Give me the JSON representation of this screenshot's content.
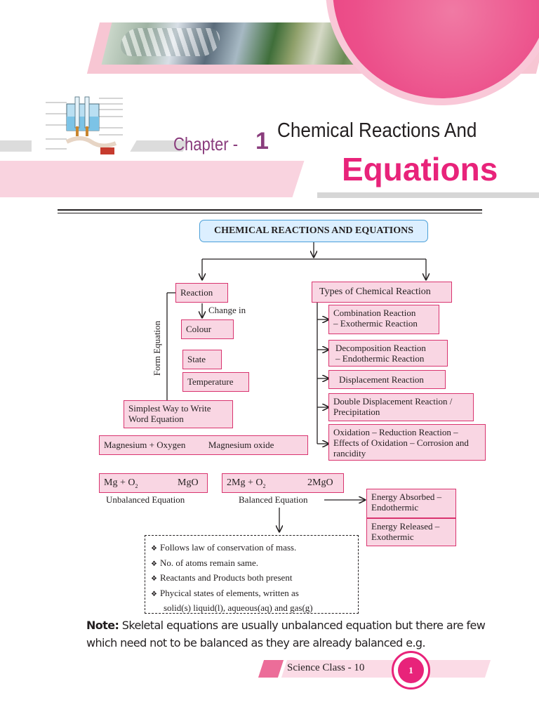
{
  "header": {
    "chapter_word": "Chapter -",
    "chapter_number": "1",
    "title_line1": "Chemical Reactions And",
    "title_line2": "Equations"
  },
  "flowchart": {
    "main": "CHEMICAL REACTIONS AND EQUATIONS",
    "reaction": "Reaction",
    "change_in": "Change in",
    "form_equation": "Form Equation",
    "colour": "Colour",
    "state": "State",
    "temperature": "Temperature",
    "simplest_way": [
      "Simplest Way to Write",
      "Word Equation"
    ],
    "word_equation": "Magnesium + Oxygen",
    "word_equation_result": "Magnesium oxide",
    "unbalanced_eq": {
      "left": "Mg + O",
      "sub": "2",
      "right": "MgO"
    },
    "unbalanced_label": "Unbalanced Equation",
    "balanced_eq": {
      "left": "2Mg + O",
      "sub": "2",
      "right": "2MgO"
    },
    "balanced_label": "Balanced Equation",
    "types_title": "Types of Chemical Reaction",
    "types": [
      [
        "Combination Reaction",
        "– Exothermic Reaction"
      ],
      [
        "Decomposition Reaction",
        "– Endothermic Reaction"
      ],
      [
        "Displacement Reaction"
      ],
      [
        "Double Displacement Reaction /",
        "Precipitation"
      ],
      [
        "Oxidation – Reduction Reaction –",
        "Effects of Oxidation – Corrosion and",
        "rancidity"
      ]
    ],
    "energy_absorbed": [
      "Energy Absorbed –",
      "Endothermic"
    ],
    "energy_released": [
      "Energy Released –",
      "Exothermic"
    ],
    "notes": [
      "Follows law of conservation of mass.",
      "No. of atoms remain same.",
      "Reactants and Products both present",
      "Phycical states of elements, written as",
      "solid(s) liquid(l), aqueous(aq) and gas(g)"
    ]
  },
  "note": {
    "label": "Note:",
    "text": "Skeletal equations are usually unbalanced equation but there are few which need not to be balanced as they are already balanced e.g."
  },
  "footer": {
    "text": "Science Class - 10",
    "page": "1"
  },
  "colors": {
    "accent": "#e8237a",
    "box_fill": "#f9d6e3",
    "box_border": "#d9346f",
    "main_box": "#dcefff"
  }
}
